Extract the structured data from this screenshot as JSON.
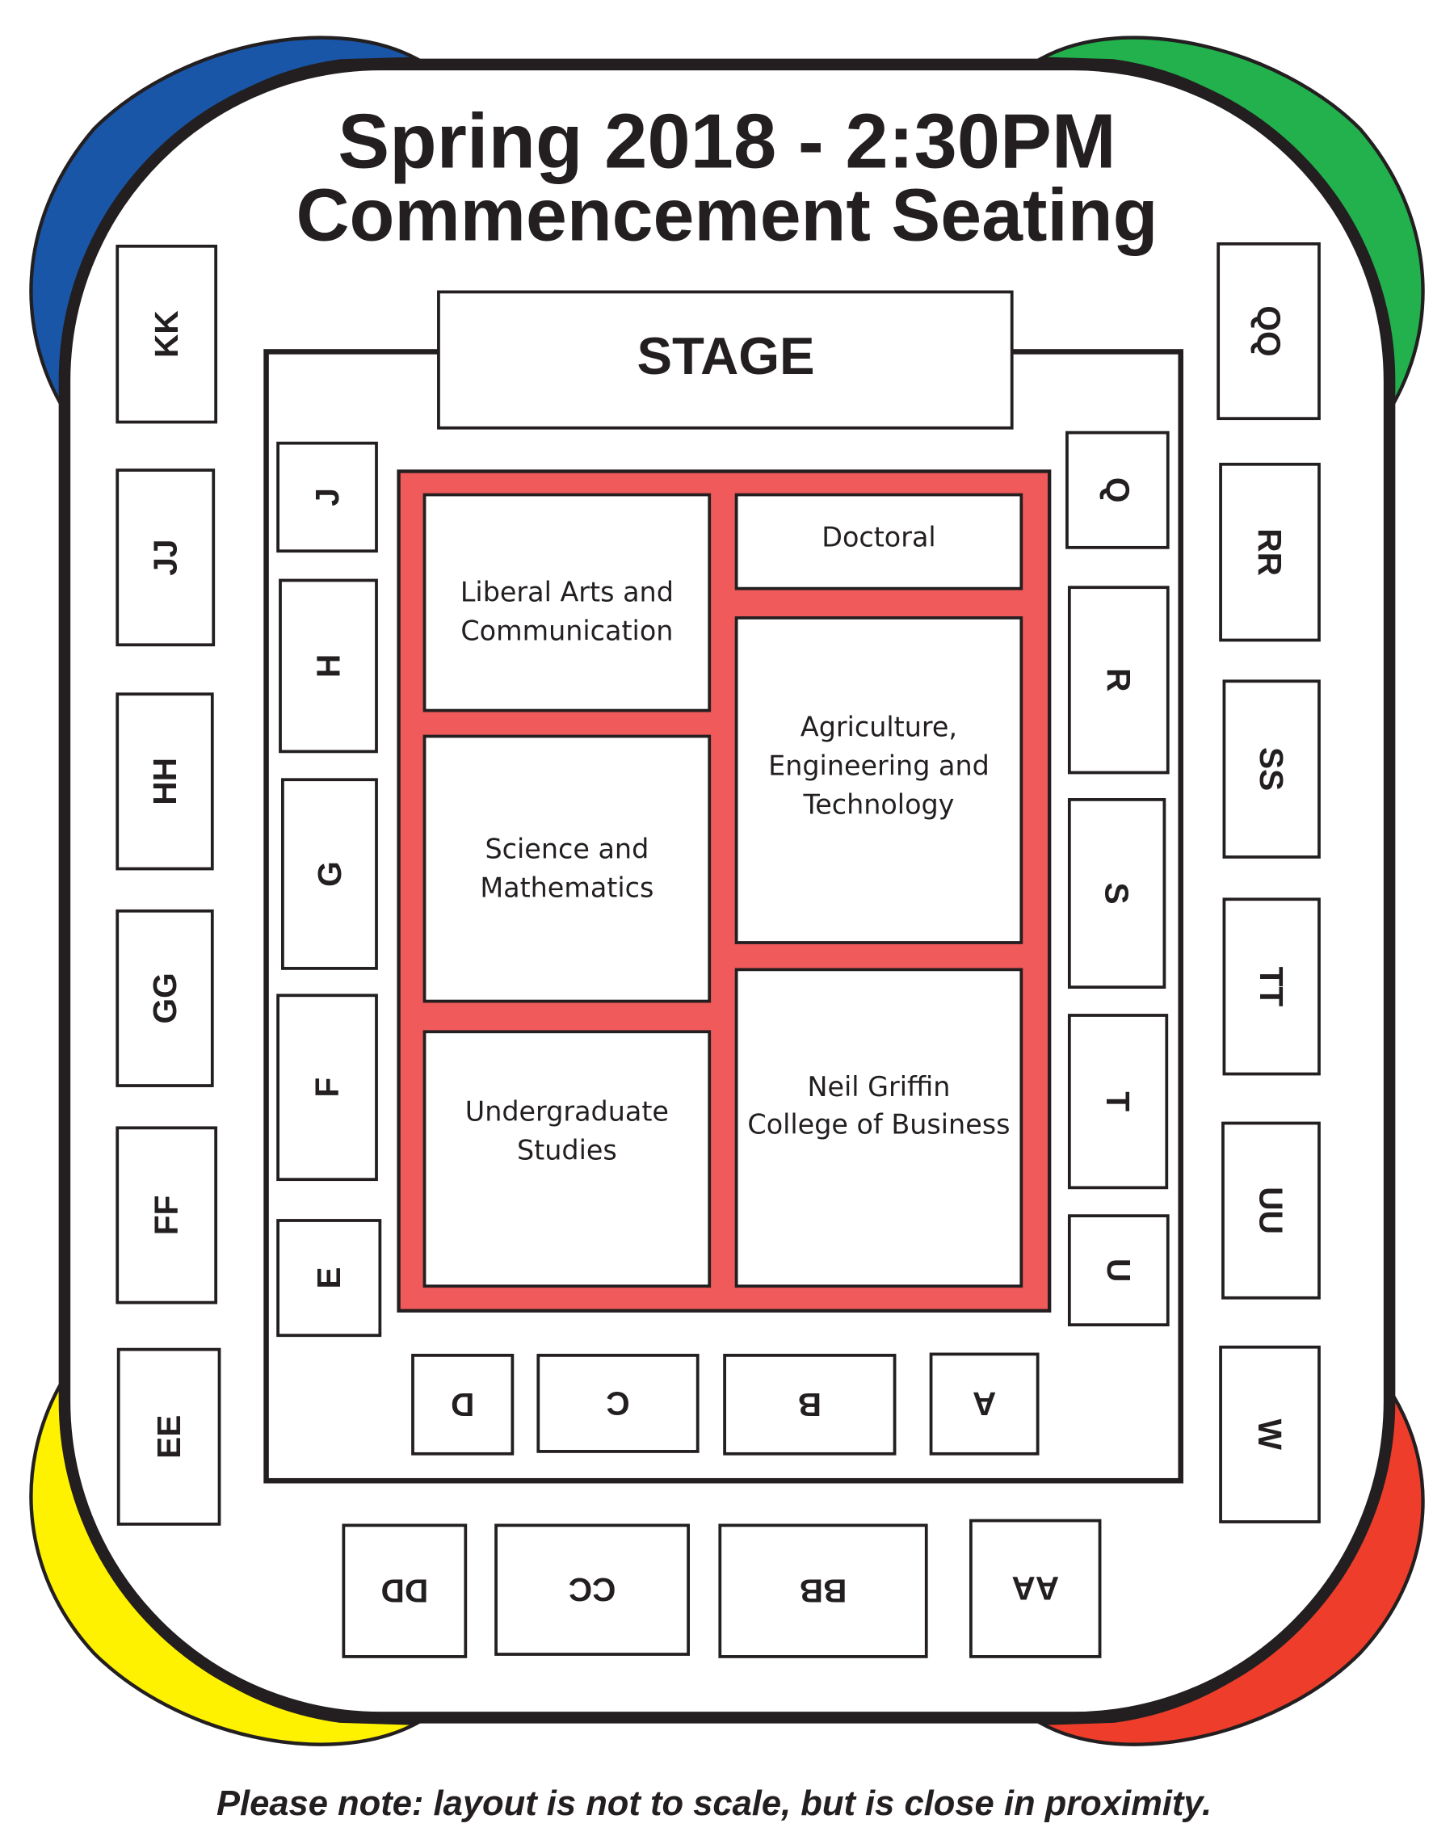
{
  "title": {
    "line1": "Spring 2018 - 2:30PM",
    "line2": "Commencement Seating"
  },
  "stage": {
    "label": "STAGE"
  },
  "colors": {
    "corner_top_left": "#1a56a8",
    "corner_top_right": "#22b14c",
    "corner_bottom_left": "#fff200",
    "corner_bottom_right": "#ee3d2a",
    "graduate_area": "#f05a5a",
    "outline": "#231f20"
  },
  "colleges": [
    {
      "id": "liberal-arts",
      "lines": [
        "Liberal Arts and",
        "Communication"
      ]
    },
    {
      "id": "doctoral",
      "lines": [
        "Doctoral"
      ]
    },
    {
      "id": "science-math",
      "lines": [
        "Science and",
        "Mathematics"
      ]
    },
    {
      "id": "agriculture",
      "lines": [
        "Agriculture,",
        "Engineering and",
        "Technology"
      ]
    },
    {
      "id": "undergraduate",
      "lines": [
        "Undergraduate",
        "Studies"
      ]
    },
    {
      "id": "business",
      "lines": [
        "Neil Griffin",
        "College of Business"
      ]
    }
  ],
  "sections": {
    "inner_left": [
      "J",
      "H",
      "G",
      "F",
      "E"
    ],
    "inner_right": [
      "Q",
      "R",
      "S",
      "T",
      "U"
    ],
    "inner_bottom": [
      "D",
      "C",
      "B",
      "A"
    ],
    "outer_left": [
      "KK",
      "JJ",
      "HH",
      "GG",
      "FF",
      "EE"
    ],
    "outer_right": [
      "QQ",
      "RR",
      "SS",
      "TT",
      "UU",
      "W"
    ],
    "outer_bottom": [
      "DD",
      "CC",
      "BB",
      "AA"
    ]
  },
  "note": "Please note: layout is not to scale, but is close in proximity."
}
